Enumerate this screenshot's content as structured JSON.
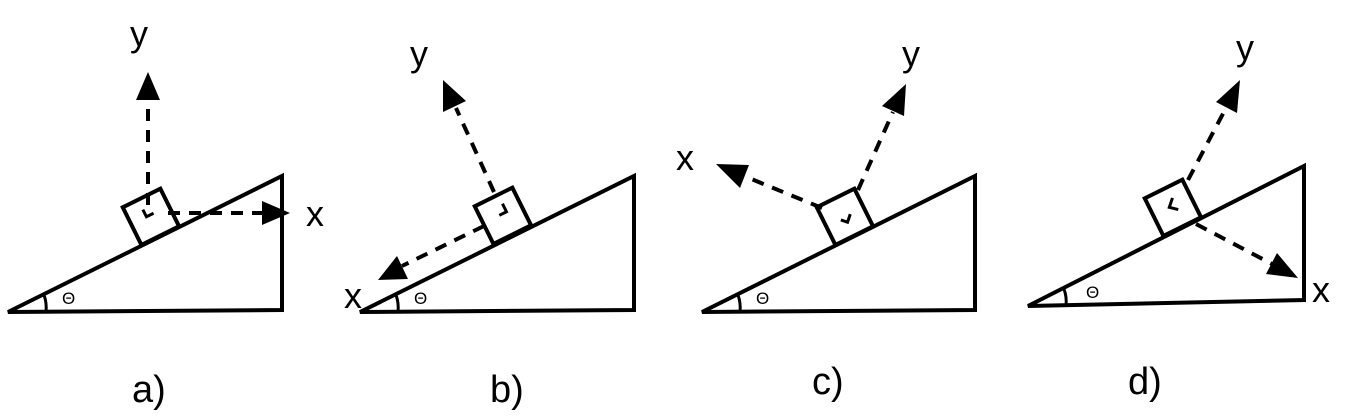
{
  "panels": [
    {
      "label": "a)",
      "axis_x": "x",
      "axis_y": "y",
      "angle": "Θ"
    },
    {
      "label": "b)",
      "axis_x": "x",
      "axis_y": "y",
      "angle": "Θ"
    },
    {
      "label": "c)",
      "axis_x": "x",
      "axis_y": "y",
      "angle": "Θ"
    },
    {
      "label": "d)",
      "axis_x": "x",
      "axis_y": "y",
      "angle": "Θ"
    }
  ],
  "colors": {
    "stroke": "#000000",
    "background": "#ffffff"
  }
}
